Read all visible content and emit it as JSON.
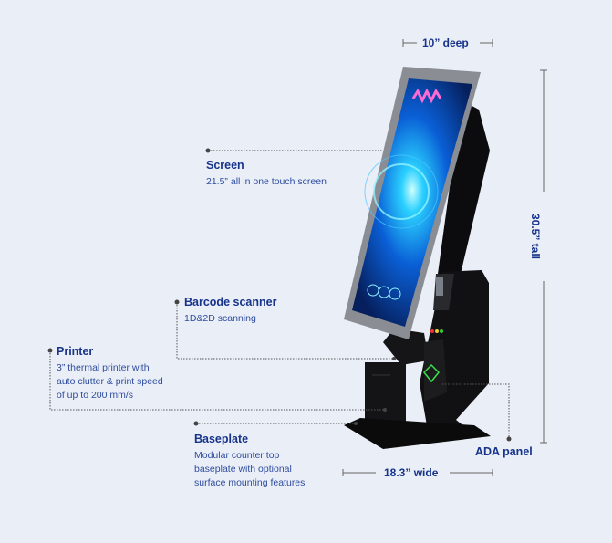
{
  "dimensions": {
    "depth": "10” deep",
    "height": "30.5” tall",
    "width": "18.3” wide"
  },
  "callouts": {
    "screen": {
      "title": "Screen",
      "desc": "21.5” all in one touch screen"
    },
    "barcode": {
      "title": "Barcode scanner",
      "desc": "1D&2D scanning"
    },
    "printer": {
      "title": "Printer",
      "lines": [
        "3” thermal printer with",
        "auto clutter & print speed",
        "of up to 200 mm/s"
      ]
    },
    "baseplate": {
      "title": "Baseplate",
      "lines": [
        "Modular counter top",
        "baseplate with optional",
        "surface mounting features"
      ]
    },
    "ada": {
      "title": "ADA panel"
    }
  },
  "colors": {
    "background": "#e9eef7",
    "text": "#17338a",
    "screen": "#0a5fd6"
  }
}
